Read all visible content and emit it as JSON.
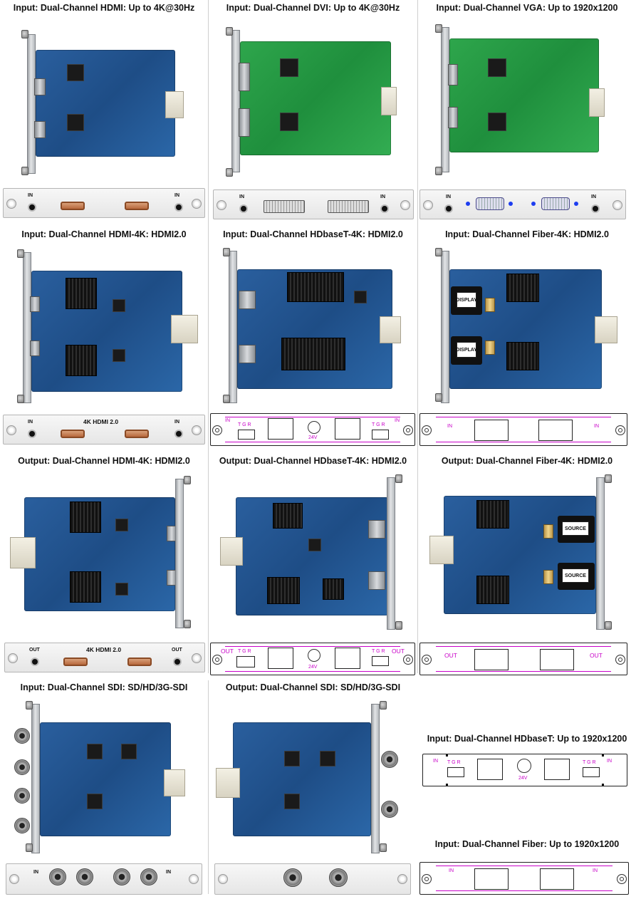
{
  "titles": {
    "hdmi": "Input: Dual-Channel HDMI: Up to 4K@30Hz",
    "dvi": "Input: Dual-Channel DVI: Up to 4K@30Hz",
    "vga": "Input: Dual-Channel VGA: Up to 1920x1200",
    "hdmi4k_in": "Input: Dual-Channel HDMI-4K: HDMI2.0",
    "hdbaset4k_in": "Input: Dual-Channel HDbaseT-4K: HDMI2.0",
    "fiber4k_in": "Input: Dual-Channel Fiber-4K: HDMI2.0",
    "hdmi4k_out": "Output: Dual-Channel HDMI-4K: HDMI2.0",
    "hdbaset4k_out": "Output: Dual-Channel HDbaseT-4K: HDMI2.0",
    "fiber4k_out": "Output: Dual-Channel Fiber-4K: HDMI2.0",
    "sdi_in": "Input: Dual-Channel SDI: SD/HD/3G-SDI",
    "sdi_out": "Output: Dual-Channel SDI: SD/HD/3G-SDI",
    "hdbaset_in": "Input: Dual-Channel HDbaseT: Up to 1920x1200",
    "fiber_in": "Input: Dual-Channel Fiber: Up to 1920x1200"
  },
  "panel_labels": {
    "in": "IN",
    "out": "OUT",
    "hdmi20": "4K HDMI 2.0",
    "tgr": "T G R",
    "v24": "24V"
  },
  "board_labels": {
    "display": "DISPLAY",
    "source": "SOURCE"
  }
}
